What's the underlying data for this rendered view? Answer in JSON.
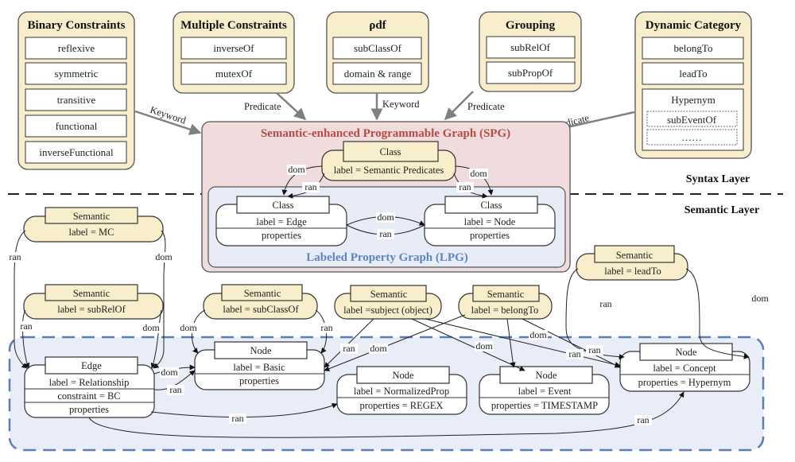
{
  "colors": {
    "cream": "#f8eecb",
    "spg_fill": "#f0dcdc",
    "lpg_fill": "#e7ecf6",
    "semantic_region_fill": "#e8edf7",
    "dash_blue": "#5a7fb5",
    "arrow_gray": "#808080",
    "spg_title": "#b84a44",
    "lpg_title": "#5b86c4"
  },
  "top_groups": [
    {
      "title": "Binary Constraints",
      "items": [
        "reflexive",
        "symmetric",
        "transitive",
        "functional",
        "inverseFunctional"
      ]
    },
    {
      "title": "Multiple Constraints",
      "items": [
        "inverseOf",
        "mutexOf"
      ]
    },
    {
      "title": "ρdf",
      "items": [
        "subClassOf",
        "domain & range"
      ]
    },
    {
      "title": "Grouping",
      "items": [
        "subRelOf",
        "subPropOf"
      ]
    },
    {
      "title": "Dynamic Category",
      "items": [
        "belongTo",
        "leadTo",
        "Hypernym"
      ],
      "sub_items": [
        "subEventOf",
        "……"
      ]
    }
  ],
  "top_arrows": [
    "Keyword",
    "Predicate",
    "Keyword",
    "Predicate",
    "Predicate"
  ],
  "layers": {
    "syntax": "Syntax Layer",
    "semantic": "Semantic Layer"
  },
  "spg": {
    "title": "Semantic-enhanced Programmable Graph (SPG)",
    "class_node": {
      "header": "Class",
      "label": "label = Semantic Predicates"
    }
  },
  "lpg": {
    "title": "Labeled Property Graph (LPG)",
    "edge_class": {
      "header": "Class",
      "label": "label = Edge",
      "props": "properties"
    },
    "node_class": {
      "header": "Class",
      "label": "label = Node",
      "props": "properties"
    }
  },
  "semantics": [
    {
      "header": "Semantic",
      "label": "label = MC"
    },
    {
      "header": "Semantic",
      "label": "label = subRelOf"
    },
    {
      "header": "Semantic",
      "label": "label = subClassOf"
    },
    {
      "header": "Semantic",
      "label": "label =subject (object)"
    },
    {
      "header": "Semantic",
      "label": "label = belongTo"
    },
    {
      "header": "Semantic",
      "label": "label = leadTo"
    }
  ],
  "nodes": {
    "edge": {
      "header": "Edge",
      "rows": [
        "label = Relationship",
        "constraint = BC",
        "properties"
      ]
    },
    "basic": {
      "header": "Node",
      "rows": [
        "label = Basic",
        "properties"
      ]
    },
    "normalized": {
      "header": "Node",
      "rows": [
        "label = NormalizedProp",
        "properties = REGEX"
      ]
    },
    "event": {
      "header": "Node",
      "rows": [
        "label = Event",
        "properties = TIMESTAMP"
      ]
    },
    "concept": {
      "header": "Node",
      "rows": [
        "label = Concept",
        "properties = Hypernym"
      ]
    }
  },
  "edge_labels": {
    "dom": "dom",
    "ran": "ran"
  }
}
